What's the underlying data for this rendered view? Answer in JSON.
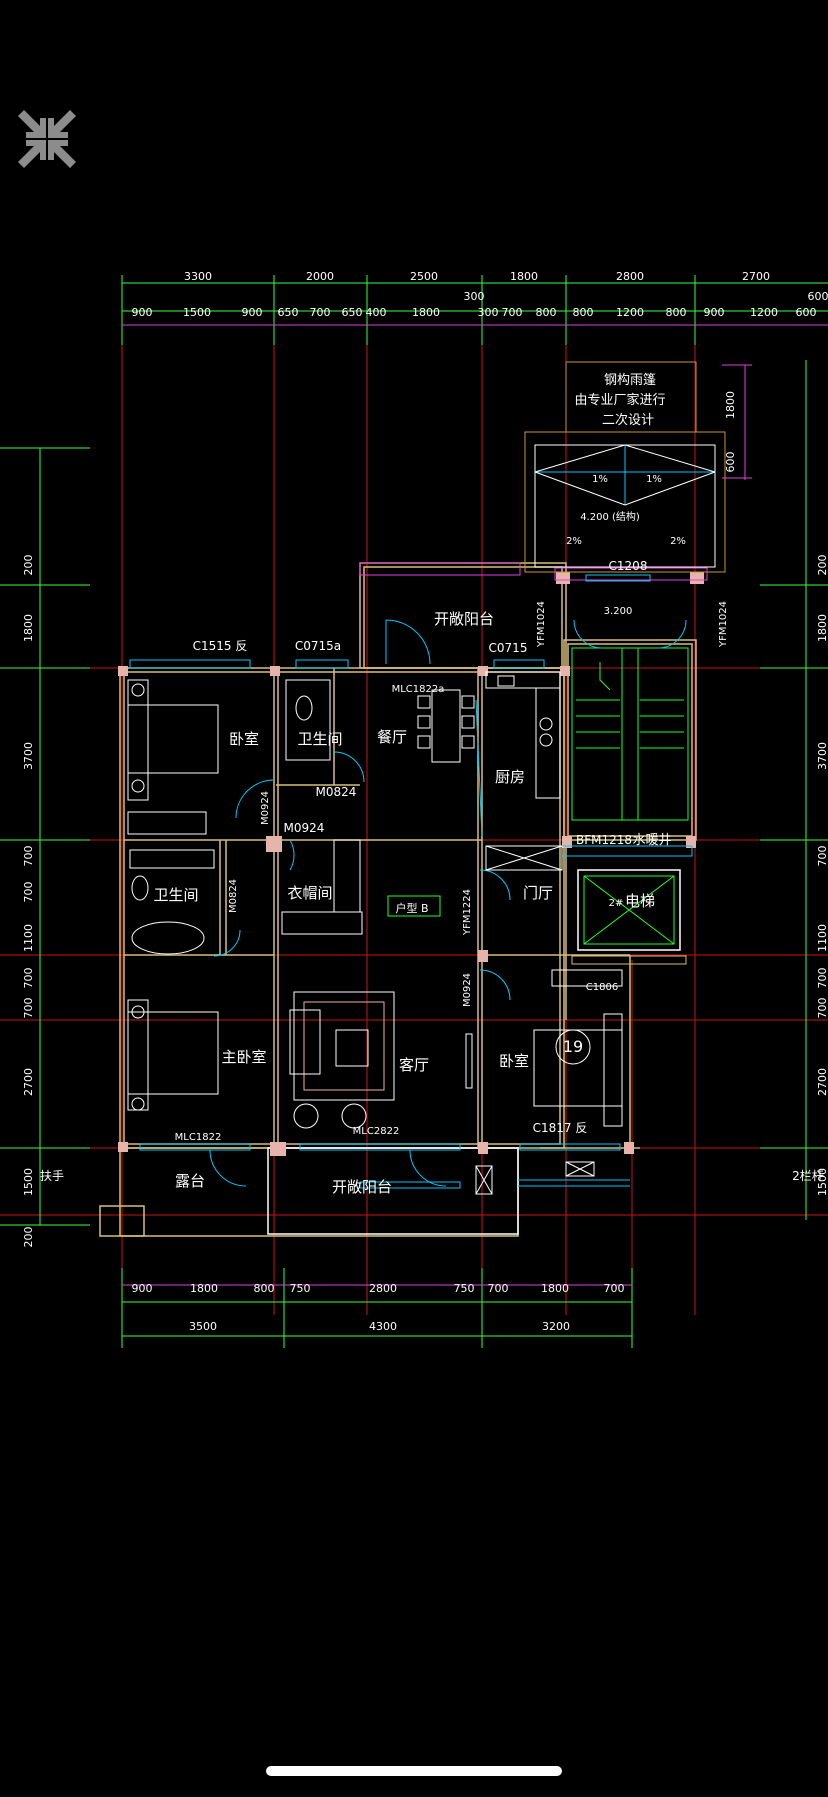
{
  "viewer": {
    "collapse_icon": "collapse-arrows-icon",
    "background": "#000000"
  },
  "colors": {
    "dim": "#38ff38",
    "dim_ext": "#e040e0",
    "axis": "#c81414",
    "wall": "#d8c078",
    "wall_fill": "#e6b4aa",
    "door": "#00c8ff",
    "text": "#ffffff",
    "stair": "#20ff20",
    "furniture": "#ffffff",
    "canopy": "#c89630"
  },
  "dims": {
    "top_main": [
      "3300",
      "2000",
      "2500",
      "1800",
      "2800",
      "2700"
    ],
    "top_sub": [
      "900",
      "1500",
      "900",
      "650",
      "700",
      "650",
      "400",
      "1800",
      "300",
      "300",
      "700",
      "800",
      "800",
      "1200",
      "800",
      "900",
      "1200",
      "600",
      "600"
    ],
    "bottom_sub": [
      "900",
      "1800",
      "800",
      "750",
      "2800",
      "750",
      "700",
      "1800",
      "700"
    ],
    "bottom_main": [
      "3500",
      "4300",
      "3200"
    ],
    "left": [
      "200",
      "1800",
      "3700",
      "700",
      "700",
      "1100",
      "700",
      "700",
      "2700",
      "1500",
      "200"
    ],
    "right": [
      "1800",
      "600",
      "200",
      "1800",
      "3700",
      "700",
      "1100",
      "700",
      "700",
      "2700",
      "1500"
    ]
  },
  "rooms": {
    "bedroom1": "卧室",
    "bath1": "卫生间",
    "dining": "餐厅",
    "kitchen": "厨房",
    "open_balcony_top": "开敞阳台",
    "bath2": "卫生间",
    "closet": "衣帽间",
    "foyer": "门厅",
    "elevator": "电梯",
    "water_shaft": "水暖井",
    "master": "主卧室",
    "living": "客厅",
    "bedroom2": "卧室",
    "terrace": "露台",
    "open_balcony_bottom": "开敞阳台",
    "unit_type": "户型 B"
  },
  "labels": {
    "canopy1": "钢构雨篷",
    "canopy2": "由专业厂家进行",
    "canopy3": "二次设计",
    "slope1": "1%",
    "slope2": "1%",
    "slope3": "2%",
    "slope4": "2%",
    "elev1": "4.200 (结构)",
    "elev2": "3.200",
    "c1515": "C1515 反",
    "c0715a": "C0715a",
    "c0715": "C0715",
    "c1208": "C1208",
    "mlc1822a": "MLC1822a",
    "m0824a": "M0824",
    "m0924a": "M0924",
    "m0924b": "M0924",
    "m0824b": "M0824",
    "yfm1224": "YFM1224",
    "yfm1024a": "YFM1024",
    "yfm1024b": "YFM1024",
    "bfm1218": "BFM1218",
    "m0924c": "M0924",
    "mlc1822b": "MLC1822",
    "mlc2822": "MLC2822",
    "c1817": "C1817 反",
    "c1806": "C1806",
    "elev_no": "19",
    "elev_tag": "2#",
    "handrail_left": "扶手",
    "handrail_right": "2栏杆"
  }
}
